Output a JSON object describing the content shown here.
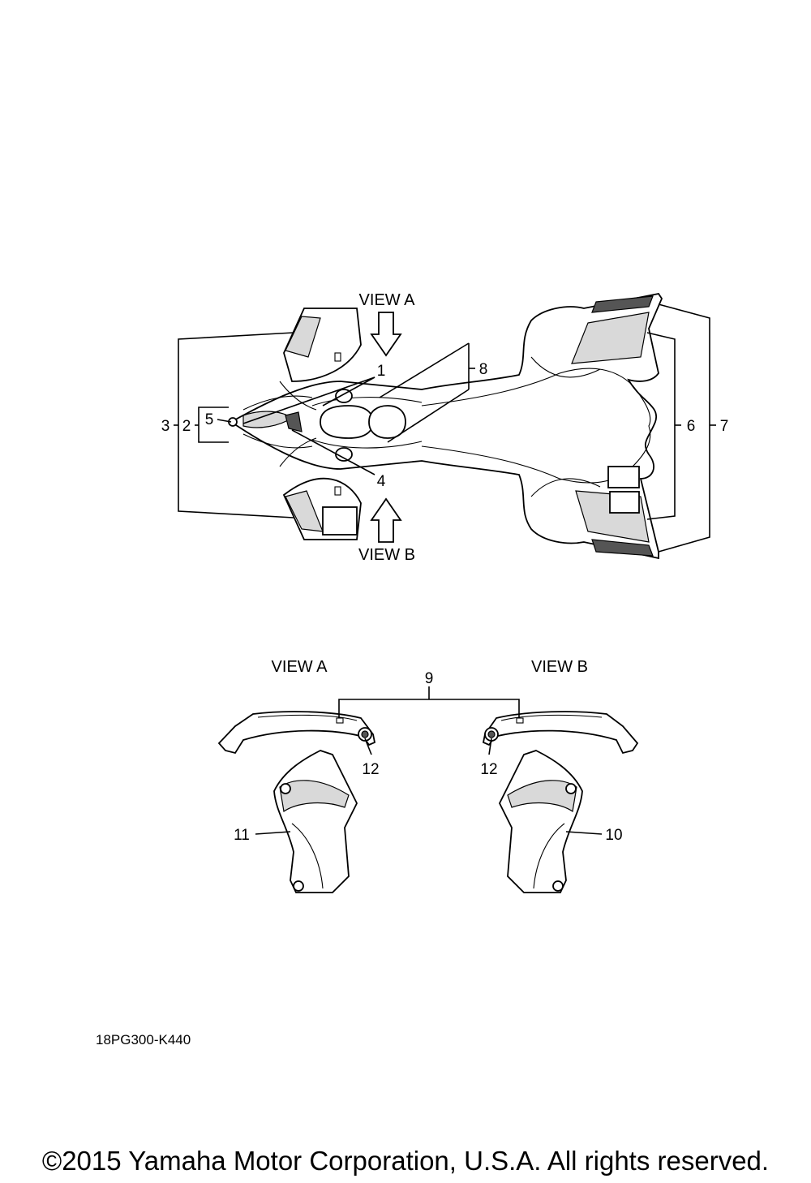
{
  "callouts": {
    "c1": "1",
    "c2": "2",
    "c3": "3",
    "c4": "4",
    "c5": "5",
    "c6": "6",
    "c7": "7",
    "c8": "8",
    "c9": "9",
    "c10": "10",
    "c11": "11",
    "c12a": "12",
    "c12b": "12"
  },
  "views": {
    "top_a": "VIEW A",
    "top_b": "VIEW B",
    "bottom_a": "VIEW A",
    "bottom_b": "VIEW B"
  },
  "part_code": "18PG300-K440",
  "copyright": "©2015 Yamaha Motor Corporation, U.S.A. All rights reserved."
}
